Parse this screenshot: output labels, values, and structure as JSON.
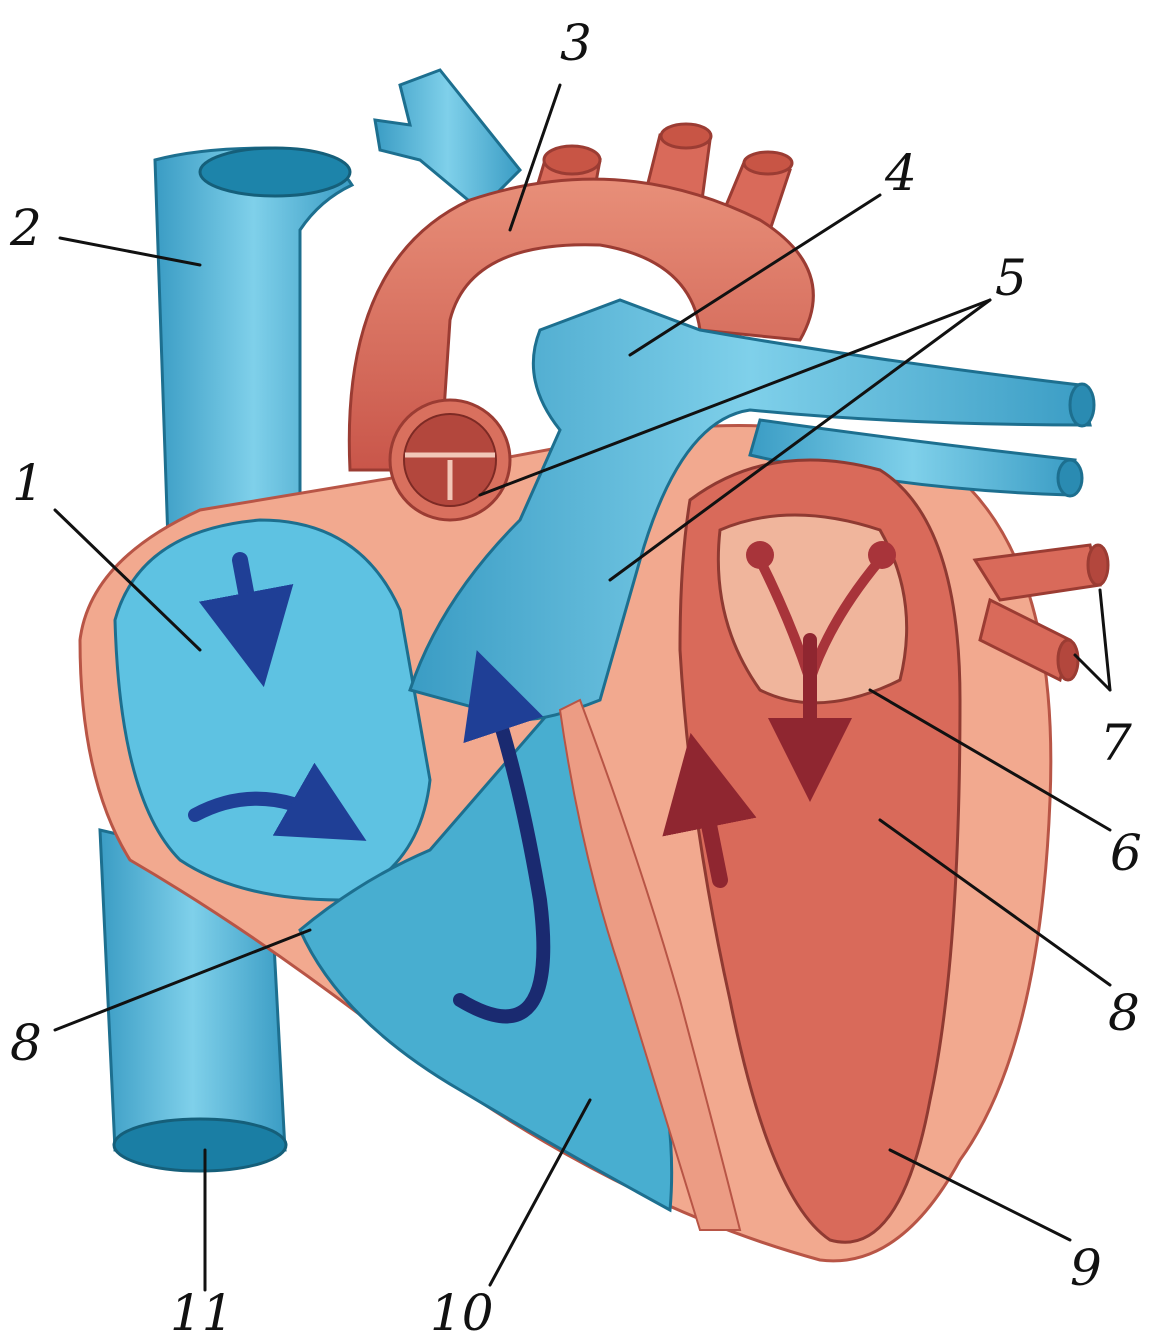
{
  "labels": {
    "l1": "1",
    "l2": "2",
    "l3": "3",
    "l4": "4",
    "l5": "5",
    "l6": "6",
    "l7": "7",
    "l8_right": "8",
    "l8_left": "8",
    "l9": "9",
    "l10": "10",
    "l11": "11"
  },
  "colors": {
    "deoxygenated": "#4fb3d3",
    "oxygenated": "#d9705e",
    "wall": "#efa58c",
    "flow_arrow_blue": "#1f3f96",
    "flow_arrow_red": "#8f2630"
  }
}
